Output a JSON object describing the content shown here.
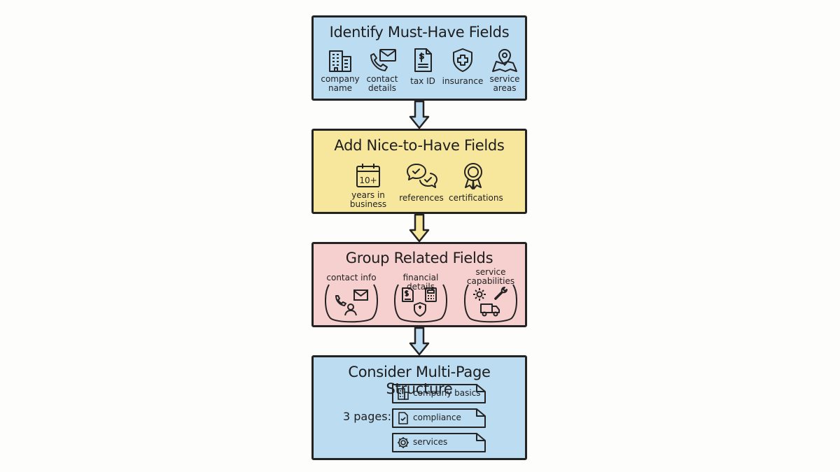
{
  "colors": {
    "step1_fill": "#bcdcf2",
    "step2_fill": "#f7e79c",
    "step3_fill": "#f6cfcf",
    "step4_fill": "#bcdcf2",
    "arrow1_fill": "#bcdcf2",
    "arrow2_fill": "#f7e79c",
    "arrow3_fill": "#bcdcf2",
    "stroke": "#232323"
  },
  "steps": [
    {
      "title": "Identify Must-Have Fields",
      "items": [
        {
          "icon": "building-icon",
          "label": "company name"
        },
        {
          "icon": "phone-envelope-icon",
          "label": "contact details"
        },
        {
          "icon": "tax-document-icon",
          "label": "tax ID"
        },
        {
          "icon": "shield-plus-icon",
          "label": "insurance"
        },
        {
          "icon": "map-pin-icon",
          "label": "service areas"
        }
      ]
    },
    {
      "title": "Add Nice-to-Have Fields",
      "items": [
        {
          "icon": "calendar-icon",
          "icon_text": "10+",
          "label": "years in business"
        },
        {
          "icon": "chat-bubbles-check-icon",
          "label": "references"
        },
        {
          "icon": "award-ribbon-icon",
          "label": "certifications"
        }
      ]
    },
    {
      "title": "Group Related Fields",
      "groups": [
        {
          "label": "contact info",
          "icons": [
            "phone-icon",
            "envelope-icon",
            "person-icon"
          ]
        },
        {
          "label": "financial details",
          "icons": [
            "tax-document-icon",
            "calculator-icon",
            "shield-plus-icon"
          ]
        },
        {
          "label": "service capabilities",
          "icons": [
            "gear-icon",
            "wrench-icon",
            "truck-icon"
          ]
        }
      ]
    },
    {
      "title": "Consider Multi-Page Structure",
      "pages_label": "3 pages:",
      "pages": [
        {
          "icon": "building-icon",
          "label": "company basics"
        },
        {
          "icon": "checklist-document-icon",
          "label": "compliance"
        },
        {
          "icon": "gear-icon",
          "label": "services"
        }
      ]
    }
  ]
}
